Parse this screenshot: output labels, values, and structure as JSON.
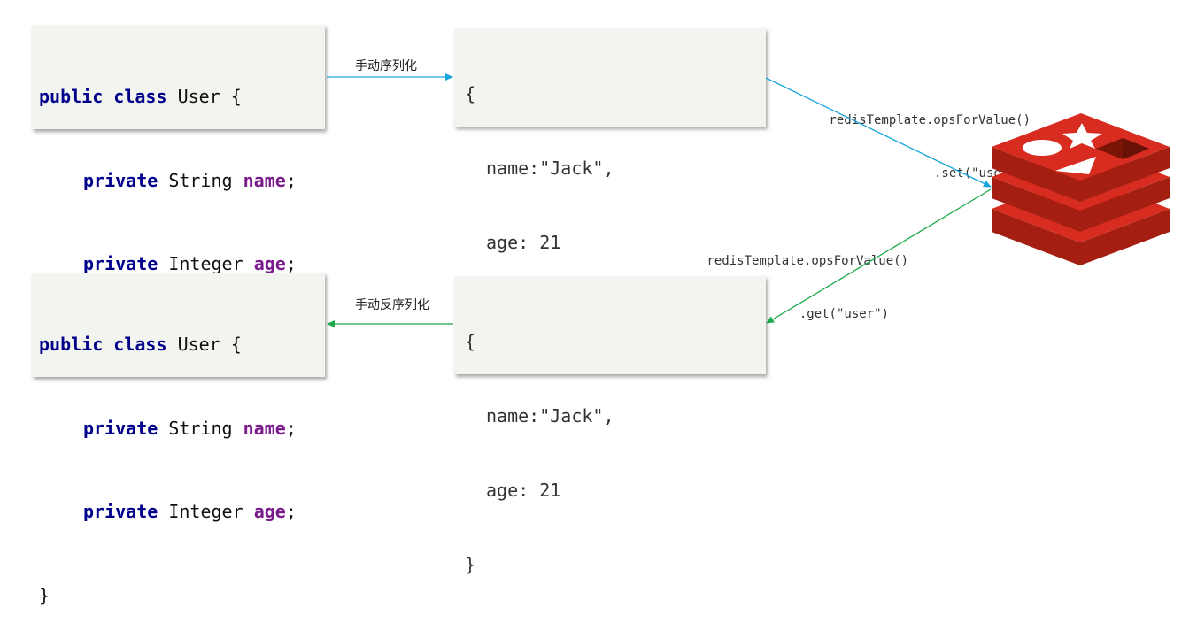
{
  "top": {
    "java": {
      "l1": [
        "public",
        "class",
        "User {"
      ],
      "l2": [
        "private",
        "String",
        "name",
        ";"
      ],
      "l3": [
        "private",
        "Integer",
        "age",
        ";"
      ],
      "l4": "}"
    },
    "arrow_label": "手动序列化",
    "json": {
      "open": "{",
      "name_line": "name:\"Jack\",",
      "age_line": "age: 21",
      "close": "}"
    }
  },
  "bottom": {
    "java": {
      "l1": [
        "public",
        "class",
        "User {"
      ],
      "l2": [
        "private",
        "String",
        "name",
        ";"
      ],
      "l3": [
        "private",
        "Integer",
        "age",
        ";"
      ],
      "l4": "}"
    },
    "arrow_label": "手动反序列化",
    "json": {
      "open": "{",
      "name_line": "name:\"Jack\",",
      "age_line": "age: 21",
      "close": "}"
    }
  },
  "set_call": {
    "line1": "redisTemplate.opsForValue()",
    "line2": ".set(\"user\", jsonStr)"
  },
  "get_call": {
    "line1": "redisTemplate.opsForValue()",
    "line2": ".get(\"user\")"
  },
  "colors": {
    "set_arrow": "#17a7dc",
    "get_arrow": "#1aa84a",
    "redis_red": "#d82c20",
    "redis_dark": "#a41e11"
  },
  "icons": [
    "redis-logo-icon"
  ]
}
